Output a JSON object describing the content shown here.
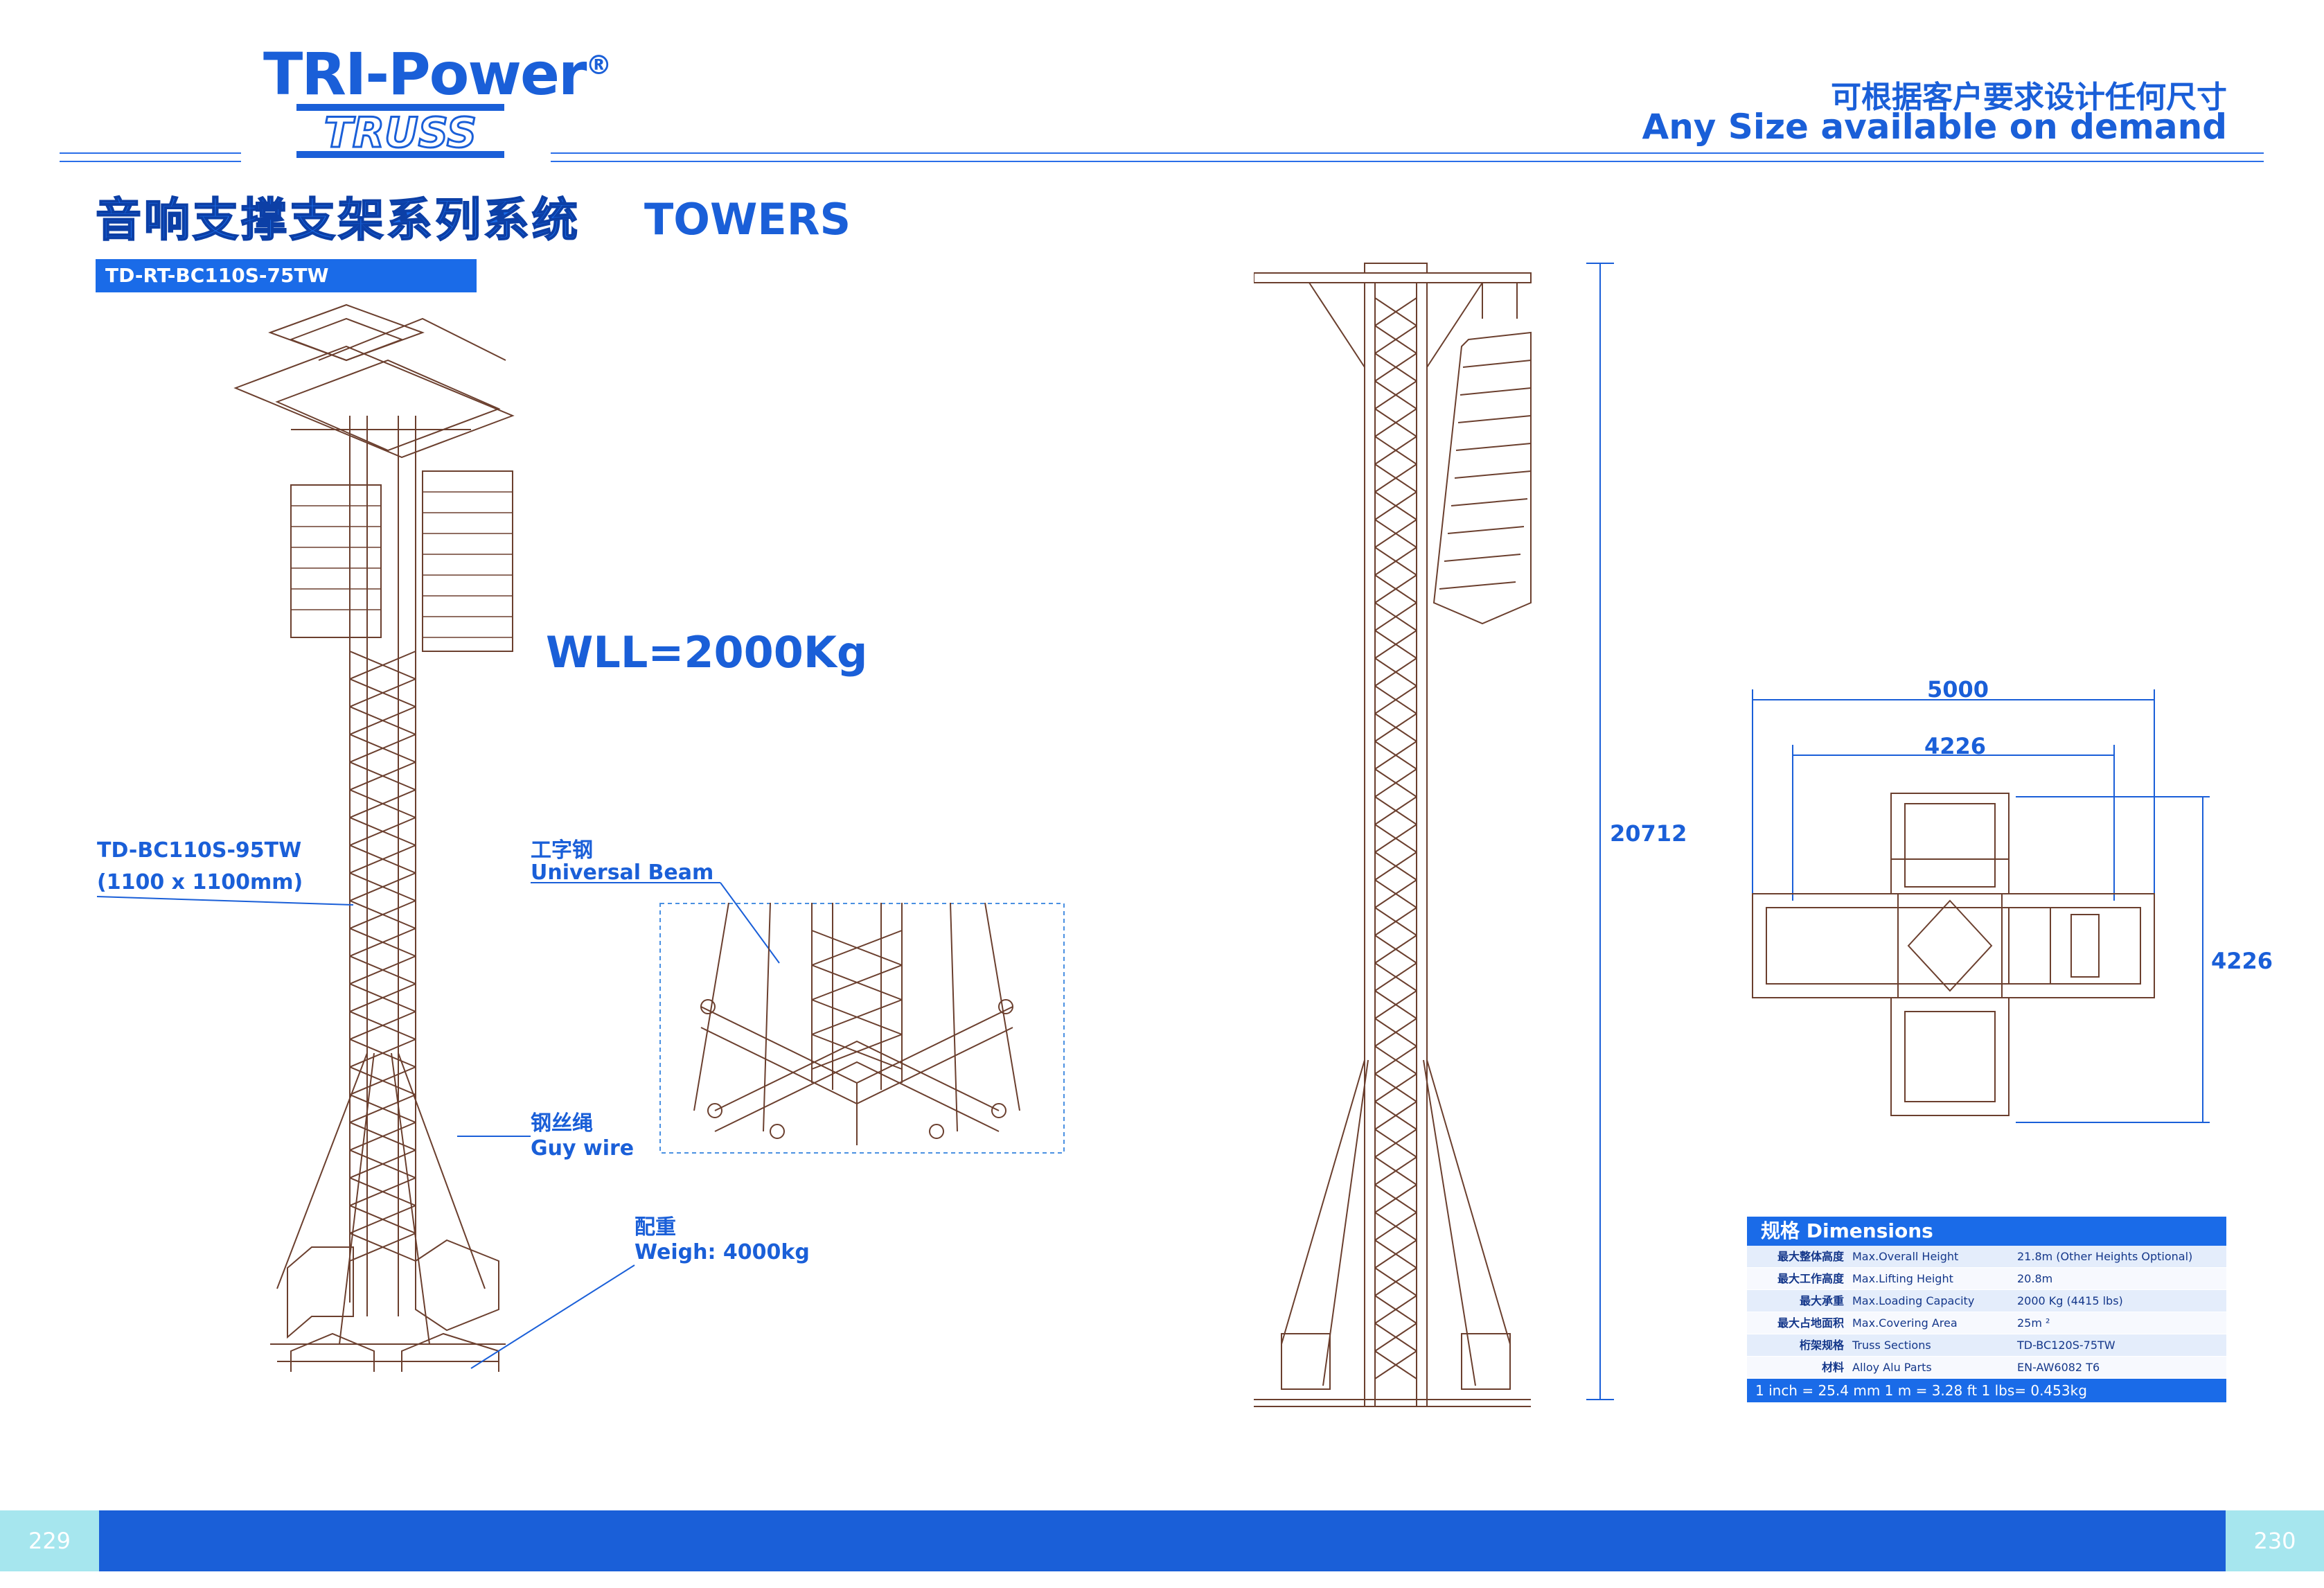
{
  "header": {
    "brand": "TRI-Power",
    "brand_mark": "®",
    "brand_sub": "TRUSS",
    "slogan_cn": "可根据客户要求设计任何尺寸",
    "slogan_en": "Any Size available on demand"
  },
  "title": {
    "series_cn": "音响支撑支架系列系统",
    "series_en": "TOWERS",
    "model": "TD-RT-BC110S-75TW"
  },
  "annotations": {
    "wll": "WLL=2000Kg",
    "truss_model": "TD-BC110S-95TW",
    "truss_size": "(1100 x 1100mm)",
    "beam_cn": "工字钢",
    "beam_en": "Universal Beam",
    "guy_cn": "钢丝绳",
    "guy_en": "Guy wire",
    "weight_cn": "配重",
    "weight_en": "Weigh: 4000kg"
  },
  "dimensions": {
    "height": "20712",
    "width_outer": "5000",
    "width_inner": "4226",
    "depth": "4226"
  },
  "spec_table": {
    "title": "规格 Dimensions",
    "rows": [
      {
        "cn": "最大整体高度",
        "en": "Max.Overall Height",
        "value": "21.8m (Other Heights Optional)"
      },
      {
        "cn": "最大工作高度",
        "en": "Max.Lifting Height",
        "value": "20.8m"
      },
      {
        "cn": "最大承重",
        "en": "Max.Loading Capacity",
        "value": "2000 Kg (4415 lbs)"
      },
      {
        "cn": "最大占地面积",
        "en": "Max.Covering Area",
        "value": "25m ²"
      },
      {
        "cn": "桁架规格",
        "en": "Truss Sections",
        "value": "TD-BC120S-75TW"
      },
      {
        "cn": "材料",
        "en": "Alloy Alu Parts",
        "value": "EN-AW6082 T6"
      }
    ],
    "footer": "1 inch = 25.4 mm      1 m = 3.28 ft      1 lbs= 0.453kg"
  },
  "footer": {
    "page_left": "229",
    "page_right": "230"
  },
  "colors": {
    "brand_blue": "#1a5fd8",
    "drawing_line": "#6b3f2e",
    "page_tab": "#a6e6ee"
  }
}
